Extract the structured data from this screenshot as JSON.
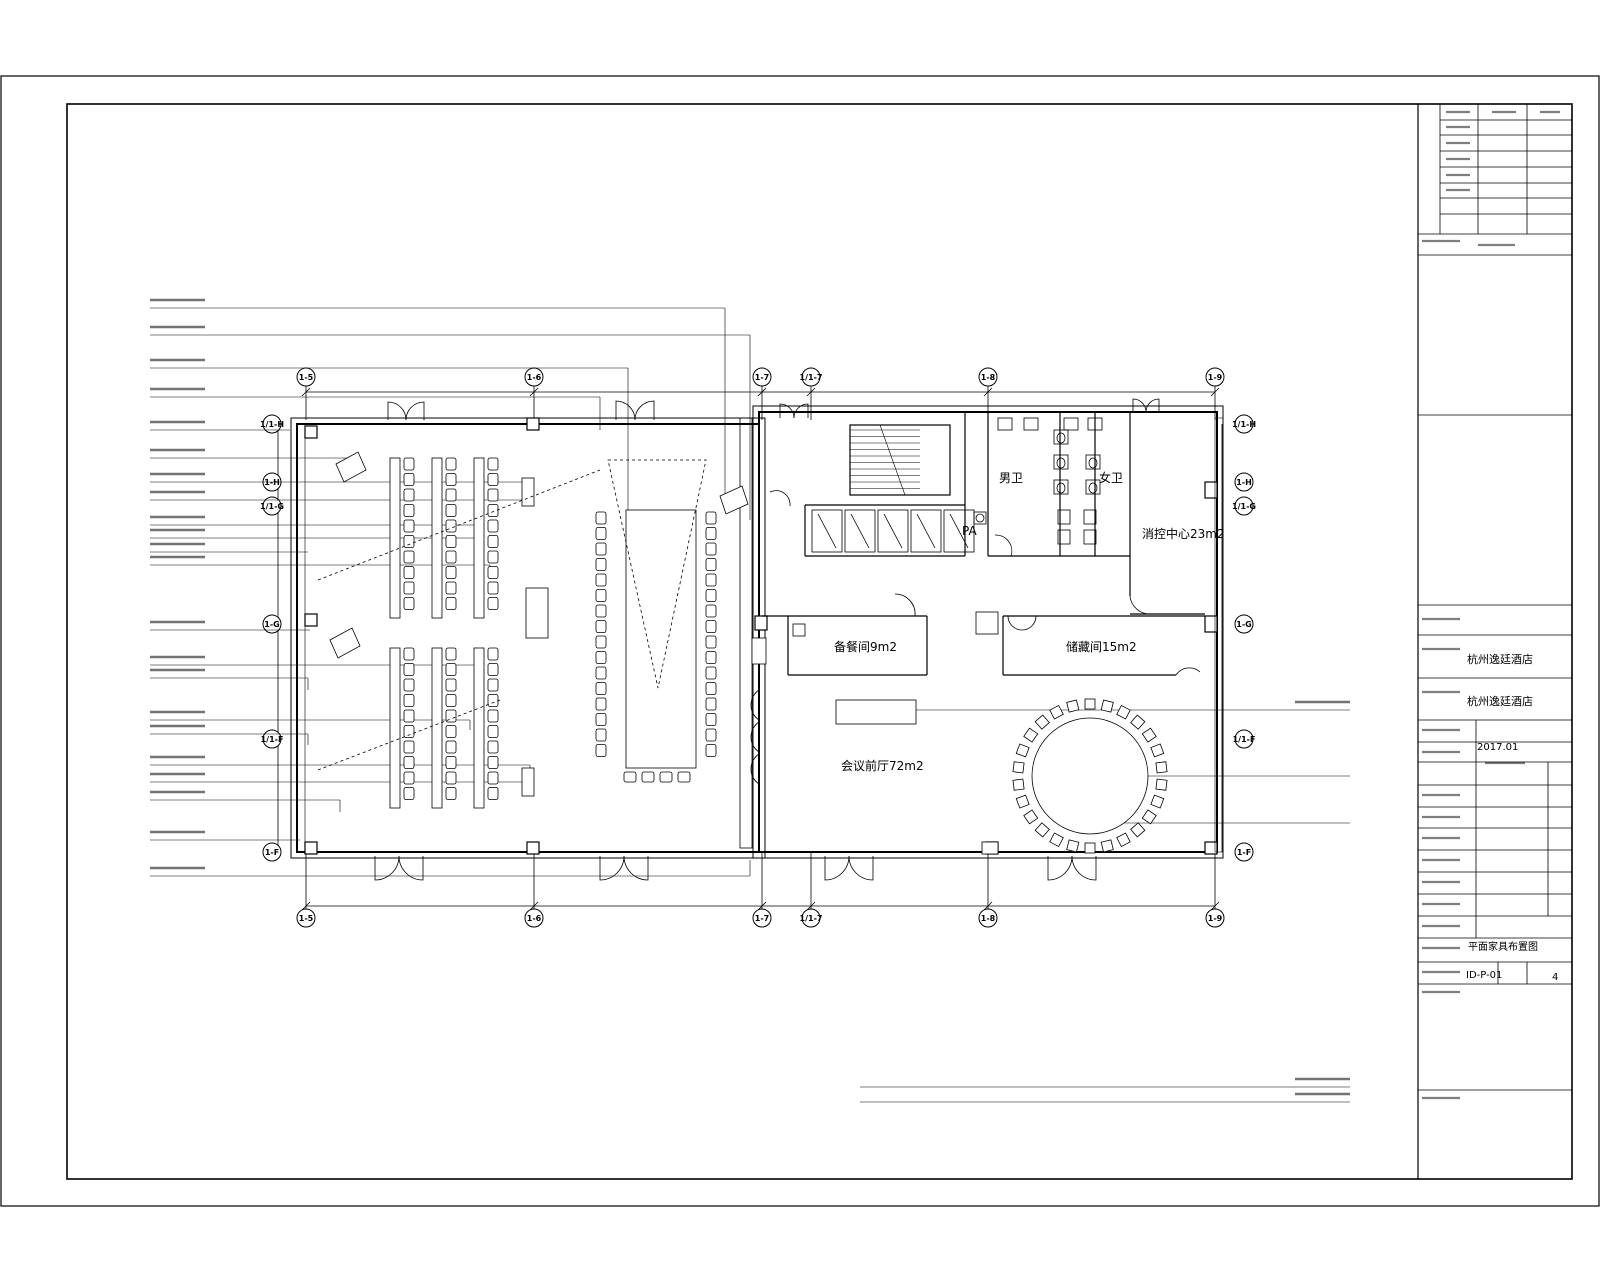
{
  "title_block": {
    "project_name": "杭州逸廷酒店",
    "drawing_name": "杭州逸廷酒店",
    "date": "2017.01",
    "sheet_title": "平面家具布置图",
    "drawing_no": "ID-P-01",
    "sheet_number": "4"
  },
  "rooms": {
    "mens_wc": "男卫",
    "womens_wc": "女卫",
    "fire_control": "消控中心23m2",
    "pantry": "备餐间9m2",
    "storage": "储藏间15m2",
    "pa": "PA",
    "foyer": "会议前厅72m2"
  },
  "axes": {
    "top": [
      "1-5",
      "1-6",
      "1-7",
      "1/1-7",
      "1-8",
      "1-9"
    ],
    "right": [
      "1/1-H",
      "1-H",
      "1/1-G",
      "1-G",
      "1/1-F",
      "1-F"
    ],
    "left": [
      "1/1-H",
      "1-H",
      "1/1-G",
      "1-G",
      "1/1-F",
      "1-F"
    ]
  },
  "colors": {
    "line": "#000000",
    "paper": "#ffffff"
  }
}
